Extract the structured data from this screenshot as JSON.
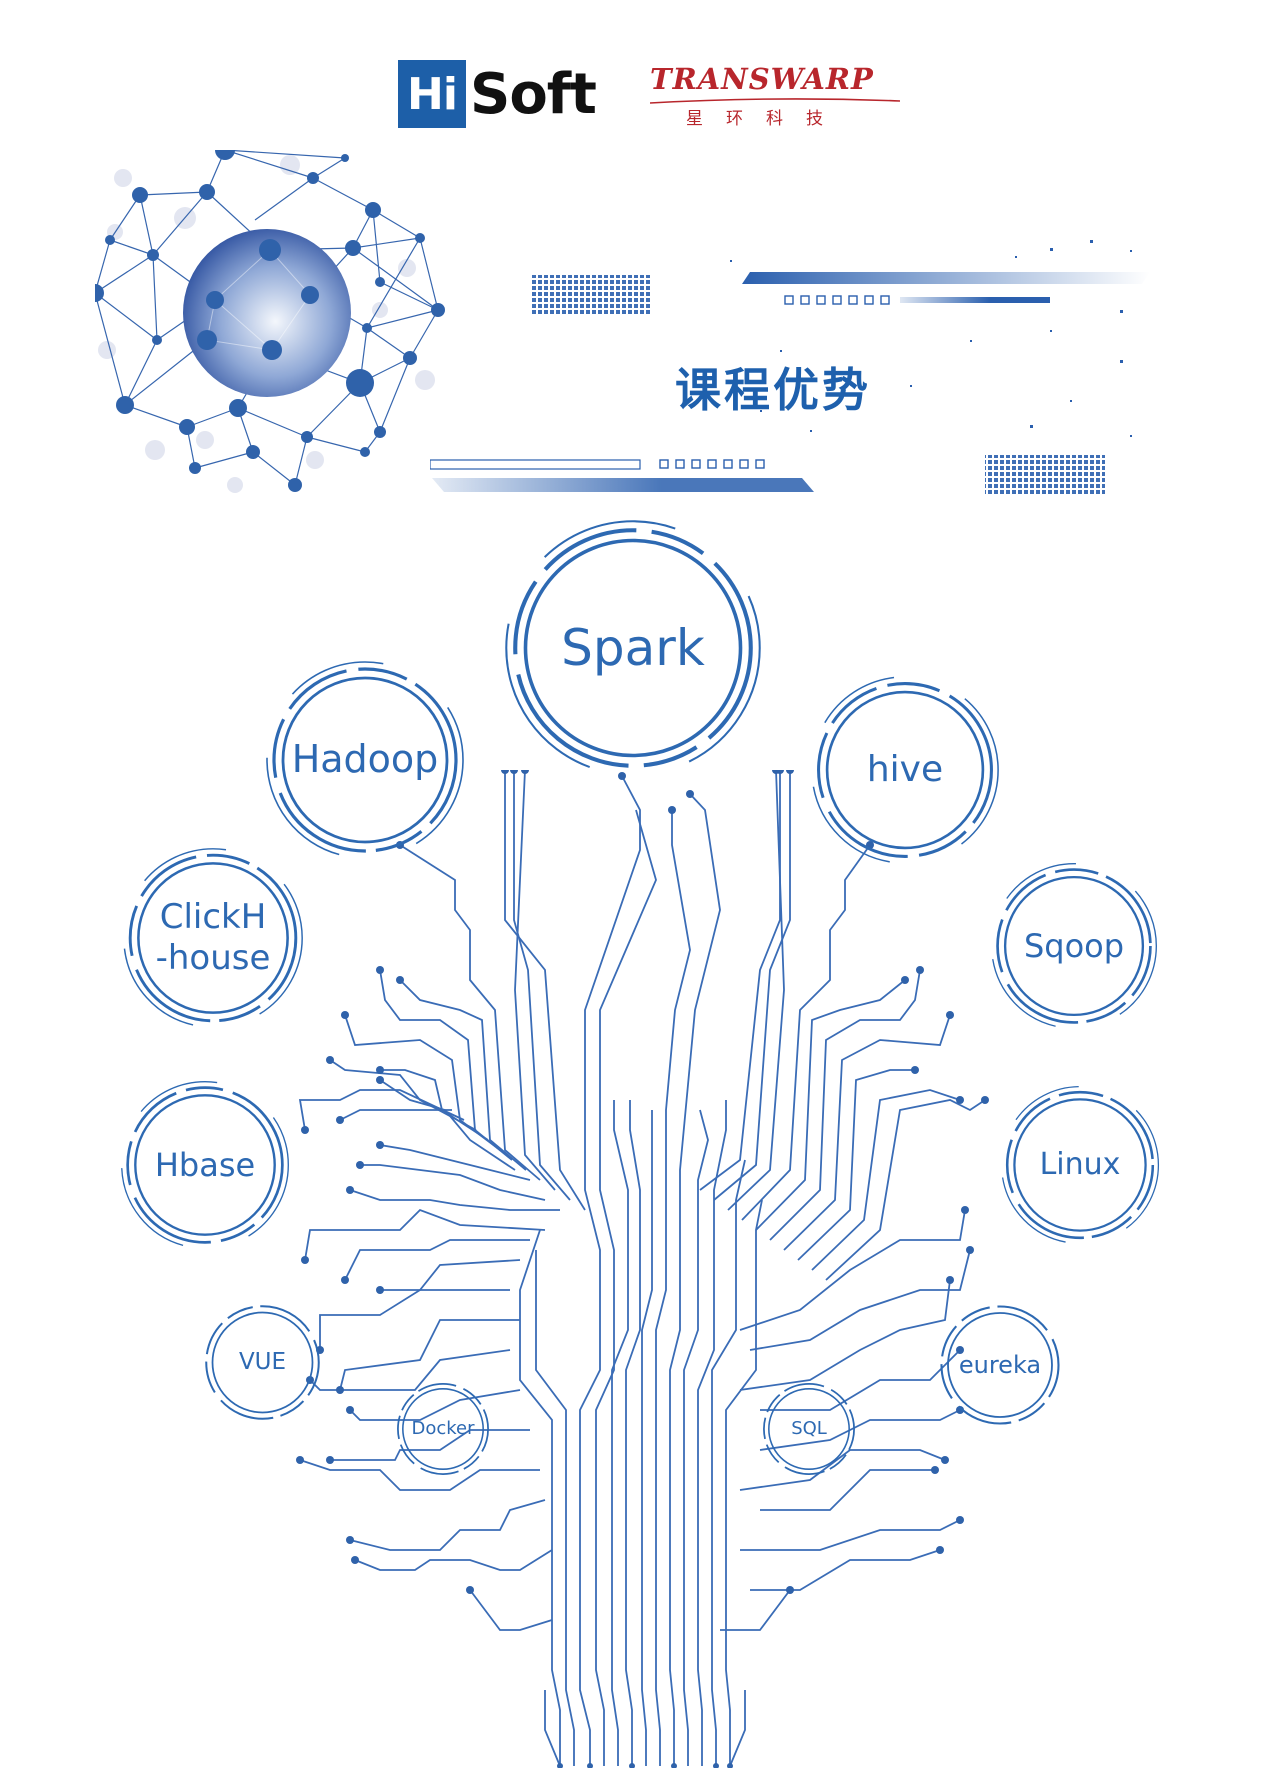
{
  "logos": {
    "hisoft": {
      "hi": "Hi",
      "soft": "Soft"
    },
    "transwarp": {
      "word": "TRANSWARP",
      "cn": "星环科技"
    }
  },
  "banner": {
    "title": "课程优势"
  },
  "colors": {
    "brand_blue": "#1e60ad",
    "ring_blue": "#2d69b2",
    "transwarp_red": "#b8262c"
  },
  "skills": [
    {
      "id": "spark",
      "label": "Spark"
    },
    {
      "id": "hadoop",
      "label": "Hadoop"
    },
    {
      "id": "hive",
      "label": "hive"
    },
    {
      "id": "clickhouse",
      "label": "ClickH\n-house"
    },
    {
      "id": "sqoop",
      "label": "Sqoop"
    },
    {
      "id": "hbase",
      "label": "Hbase"
    },
    {
      "id": "linux",
      "label": "Linux"
    },
    {
      "id": "vue",
      "label": "VUE"
    },
    {
      "id": "eureka",
      "label": "eureka"
    },
    {
      "id": "docker",
      "label": "Docker"
    },
    {
      "id": "sql",
      "label": "SQL"
    }
  ]
}
